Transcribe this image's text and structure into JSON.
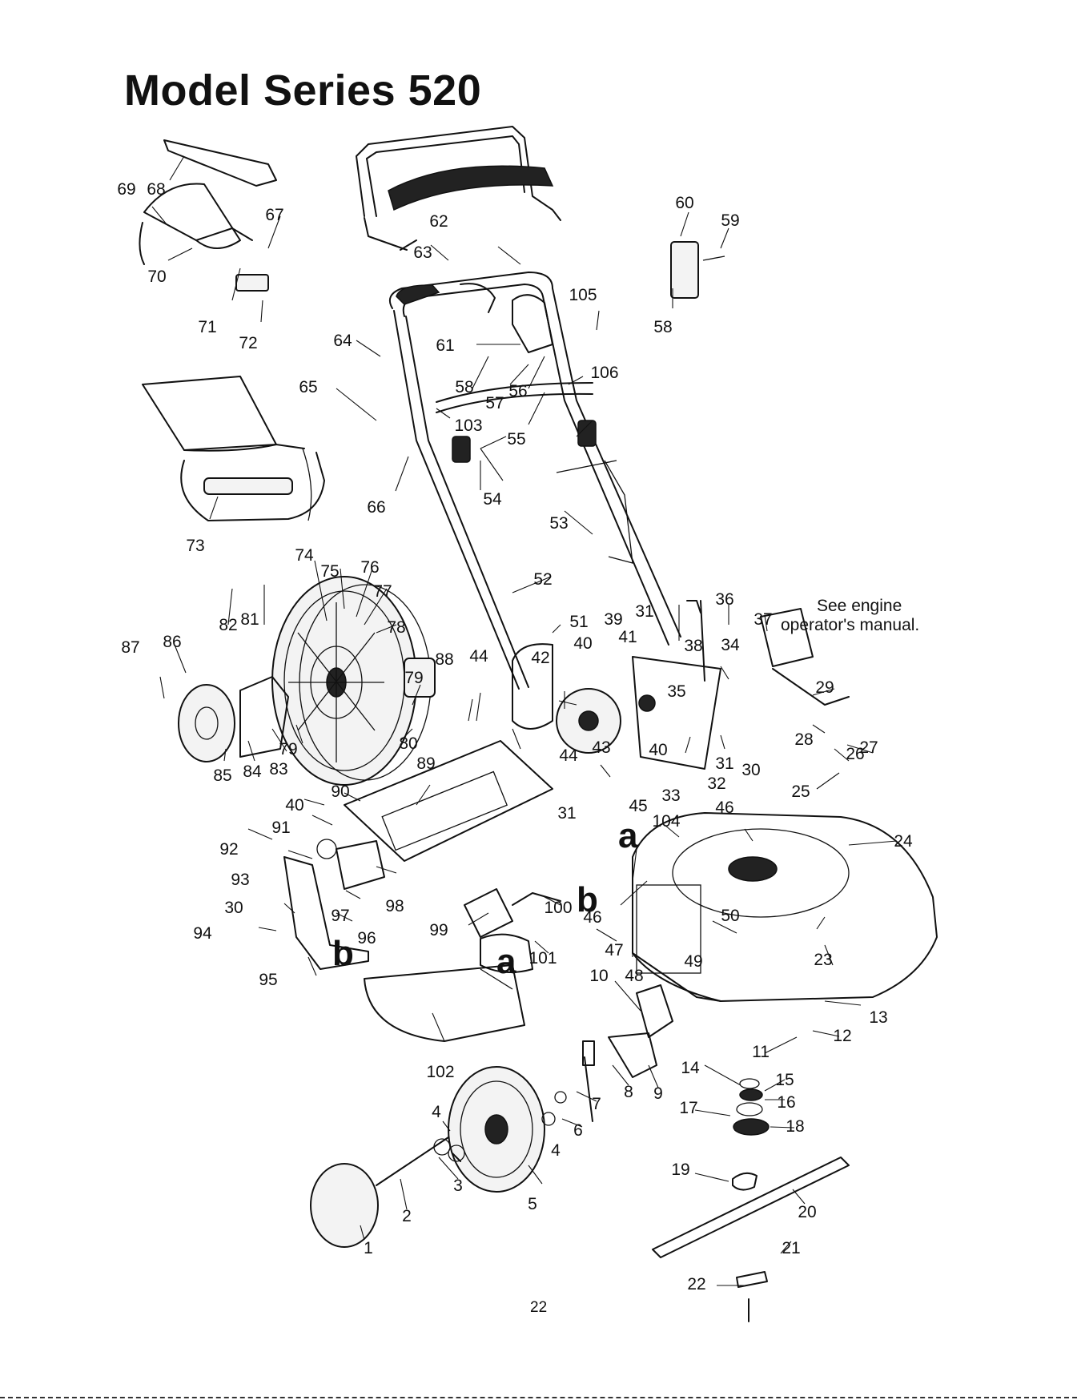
{
  "title": "Model Series 520",
  "note_line1": "See engine",
  "note_line2": "operator's manual.",
  "page_number": "22",
  "callout_a": "a",
  "callout_b": "b",
  "part_numbers": [
    "1",
    "2",
    "3",
    "4",
    "5",
    "6",
    "7",
    "8",
    "9",
    "10",
    "11",
    "12",
    "13",
    "14",
    "15",
    "16",
    "17",
    "18",
    "19",
    "20",
    "21",
    "22",
    "23",
    "24",
    "25",
    "26",
    "27",
    "28",
    "29",
    "30",
    "31",
    "32",
    "33",
    "34",
    "35",
    "36",
    "37",
    "38",
    "39",
    "40",
    "41",
    "42",
    "43",
    "44",
    "45",
    "46",
    "47",
    "48",
    "49",
    "50",
    "51",
    "52",
    "53",
    "54",
    "55",
    "56",
    "57",
    "58",
    "59",
    "60",
    "61",
    "62",
    "63",
    "64",
    "65",
    "66",
    "67",
    "68",
    "69",
    "70",
    "71",
    "72",
    "73",
    "74",
    "75",
    "76",
    "77",
    "78",
    "79",
    "80",
    "81",
    "82",
    "83",
    "84",
    "85",
    "86",
    "87",
    "88",
    "89",
    "90",
    "91",
    "92",
    "93",
    "94",
    "95",
    "96",
    "97",
    "98",
    "99",
    "100",
    "101",
    "102",
    "103",
    "104",
    "105",
    "106"
  ]
}
